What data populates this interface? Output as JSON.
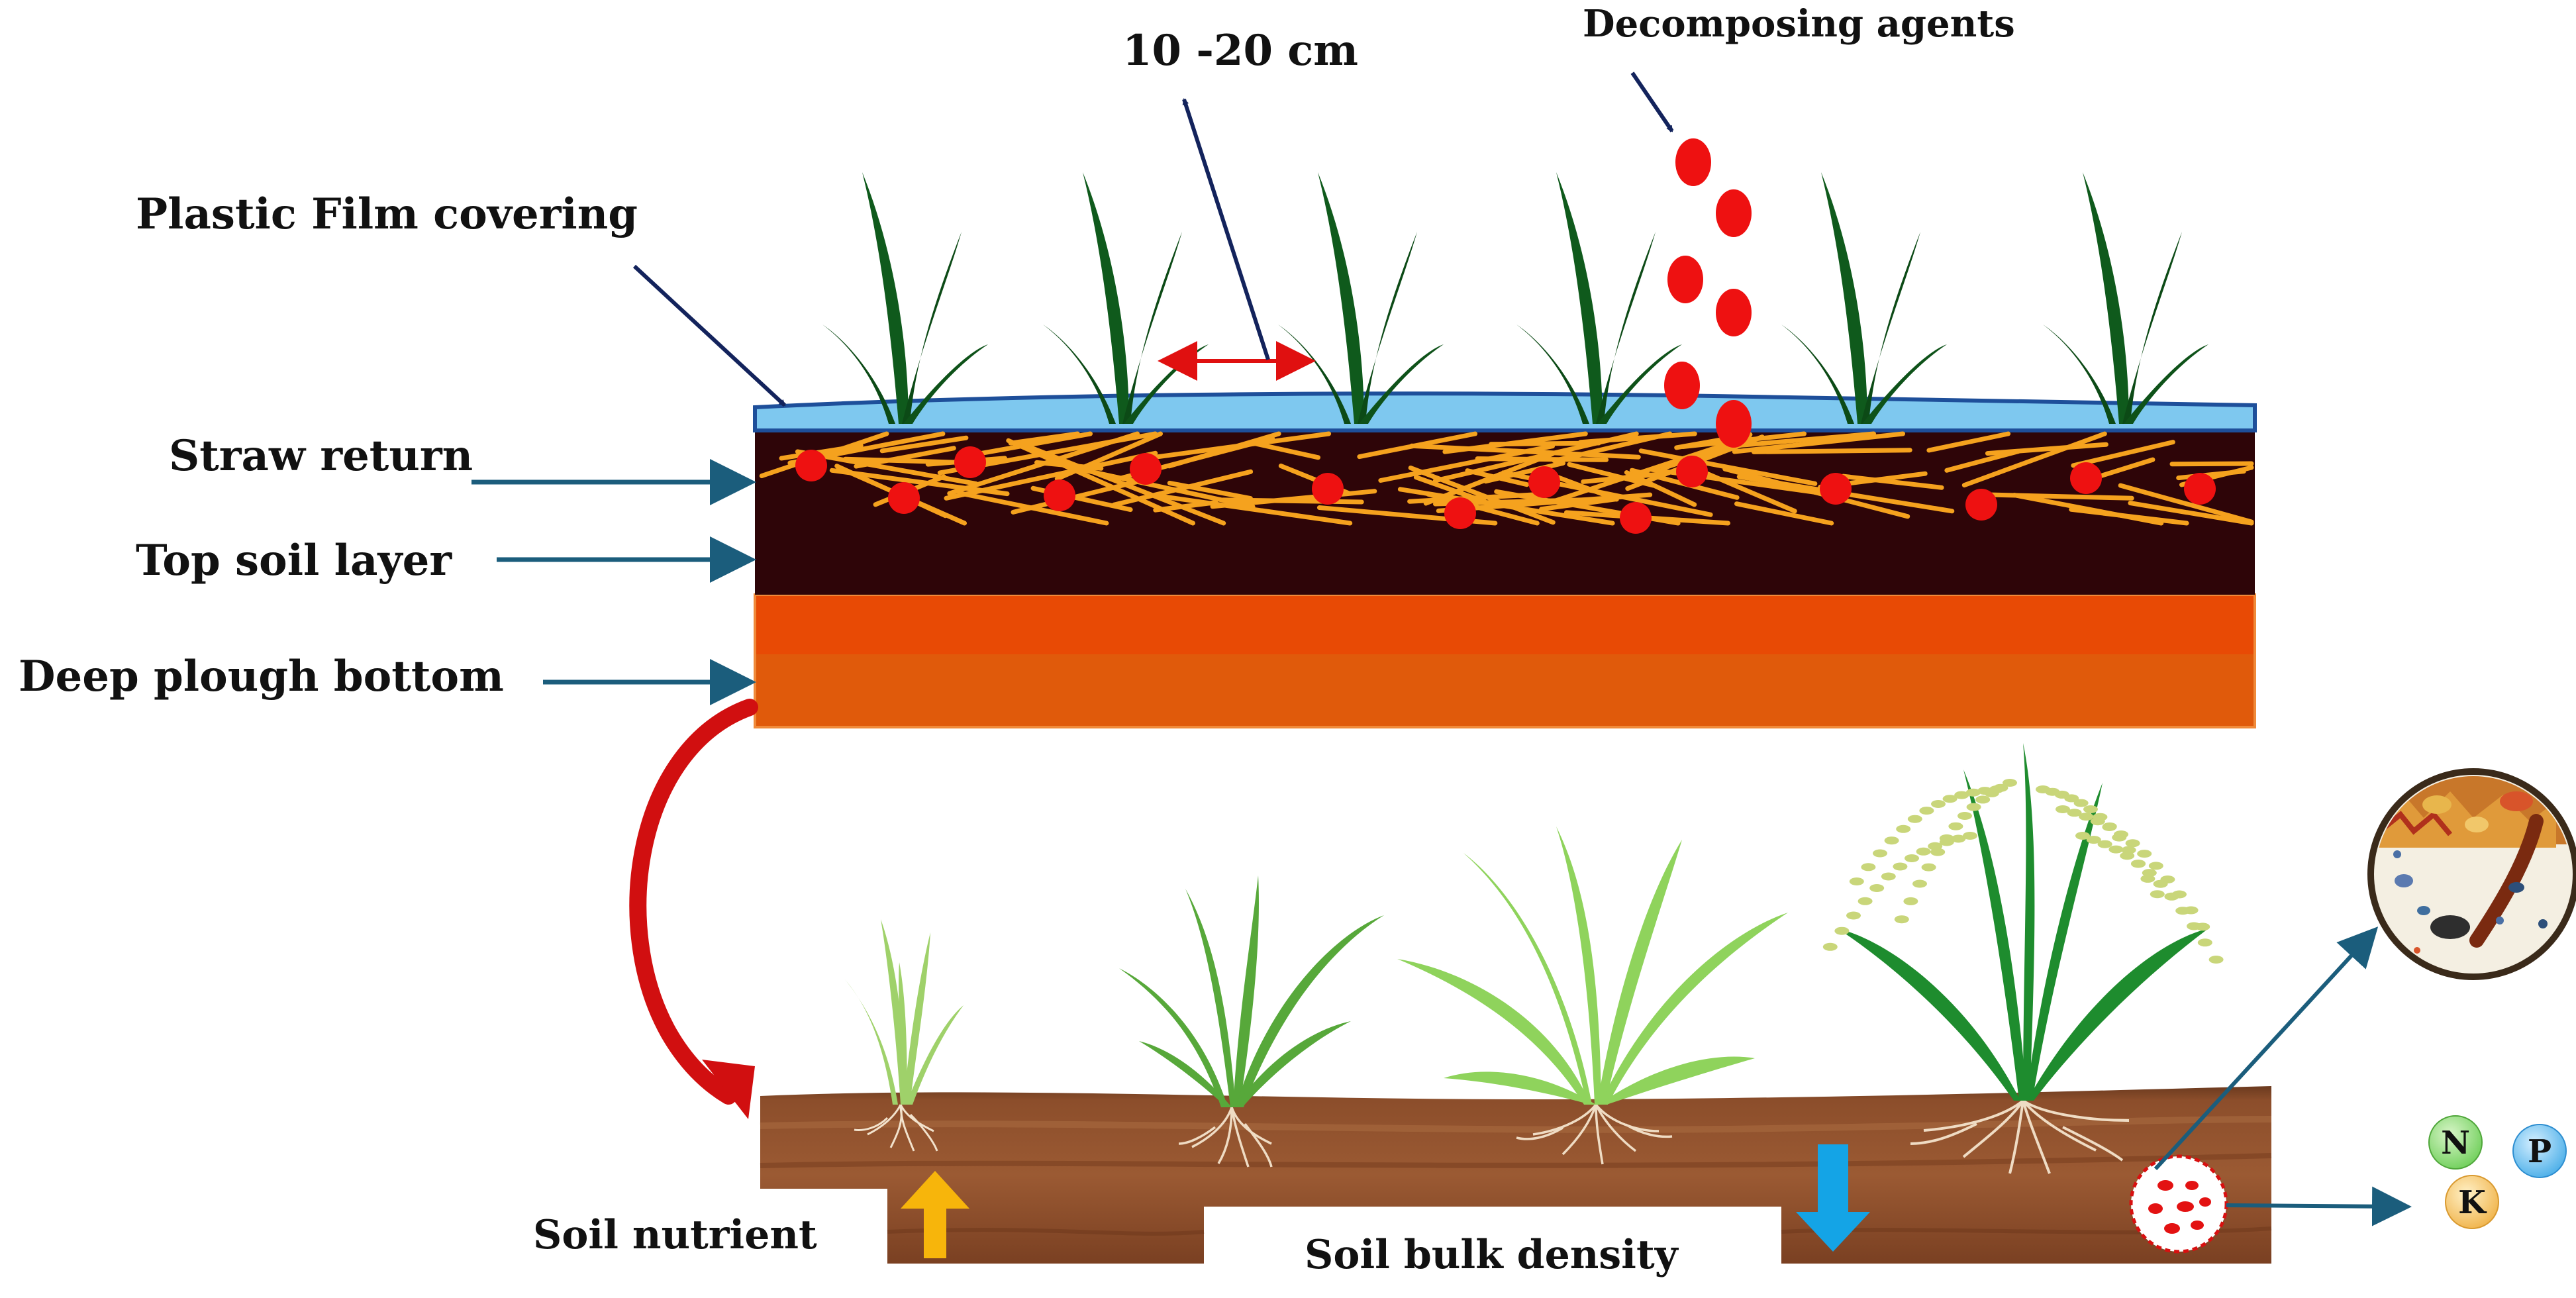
{
  "labels": {
    "plastic_film": "Plastic Film covering",
    "straw_return": "Straw return",
    "top_soil": "Top soil layer",
    "deep_plough": "Deep plough bottom",
    "spacing": "10 -20 cm",
    "decomposing": "Decomposing agents",
    "soil_nutrient": "Soil nutrient",
    "bulk_density": "Soil bulk density"
  },
  "nutrients": {
    "n": "N",
    "p": "P",
    "k": "K"
  },
  "colors": {
    "film": "#7ec8ef",
    "film_edge": "#1e4f9a",
    "top_soil": "#2e0508",
    "plough_top": "#e84a05",
    "plough_bottom": "#e05a0b",
    "straw": "#f5a21e",
    "agent_dot": "#ee1111",
    "leaf_dark": "#0c4a16",
    "label_arrow": "#1b5d7c",
    "pointer_arrow": "#13235c",
    "curve_arrow": "#d10f10",
    "soil": "#8a4a28",
    "up_arrow": "#f7b50b",
    "down_arrow": "#14a4e6"
  }
}
